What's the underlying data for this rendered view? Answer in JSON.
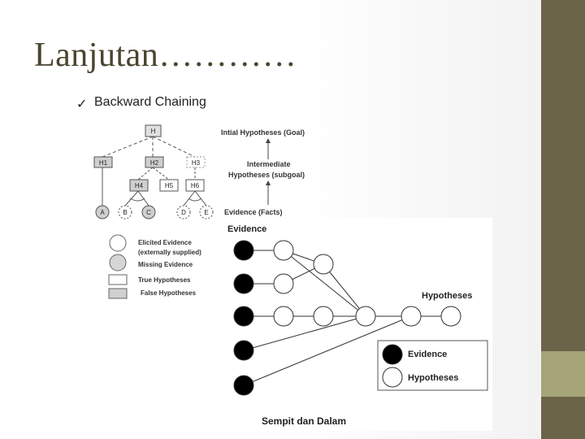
{
  "slide": {
    "title": "Lanjutan…………",
    "bullet_mark": "✓",
    "bullet_text": "Backward Chaining"
  },
  "tree": {
    "goal_node": "H",
    "intermediate_nodes": [
      "H1",
      "H2",
      "H3"
    ],
    "subgoal_nodes": [
      "H4",
      "H5",
      "H6"
    ],
    "fact_nodes": [
      "A",
      "B",
      "C",
      "D",
      "E"
    ],
    "level_labels": {
      "goal": "Intial Hypotheses (Goal)",
      "intermediate_line1": "Intermediate",
      "intermediate_line2": "Hypotheses (subgoal)",
      "facts": "Evidence (Facts)"
    },
    "legend": [
      {
        "line1": "Elicited Evidence",
        "line2": "(externally supplied)"
      },
      {
        "line1": "Missing Evidence",
        "line2": ""
      },
      {
        "line1": "True Hypotheses",
        "line2": ""
      },
      {
        "line1": "False Hypotheses",
        "line2": ""
      }
    ]
  },
  "network": {
    "evidence_label": "Evidence",
    "hypotheses_label": "Hypotheses",
    "legend_evidence": "Evidence",
    "legend_hypotheses": "Hypotheses",
    "caption": "Sempit dan Dalam"
  },
  "colors": {
    "right_bar": "#6b6448",
    "right_accent": "#a5a579",
    "title_color": "#4a4530"
  }
}
